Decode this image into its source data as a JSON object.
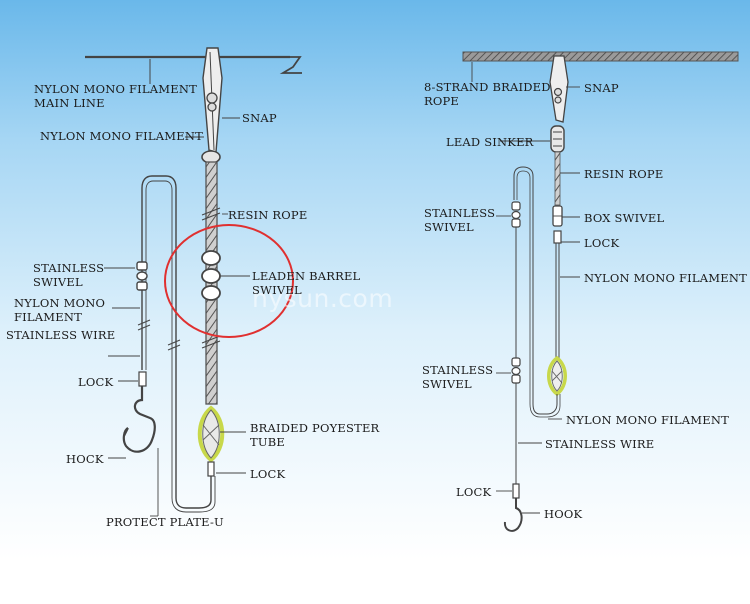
{
  "left_diagram": {
    "labels": {
      "main_line": "NYLON MONO FILAMENT\nMAIN LINE",
      "snap": "SNAP",
      "nylon_branch": "NYLON MONO FILAMENT",
      "resin_rope": "RESIN ROPE",
      "leaden_barrel_swivel": "LEADEN BARREL\nSWIVEL",
      "stainless_swivel": "STAINLESS\nSWIVEL",
      "nylon_filament": "NYLON MONO\nFILAMENT",
      "stainless_wire": "STAINLESS WIRE",
      "lock_upper": "LOCK",
      "braided_tube": "BRAIDED POYESTER\nTUBE",
      "hook": "HOCK",
      "lock_lower": "LOCK",
      "protect_plate": "PROTECT PLATE-U"
    }
  },
  "right_diagram": {
    "labels": {
      "braided_rope": "8-STRAND BRAIDED\nROPE",
      "snap": "SNAP",
      "lead_sinker": "LEAD SINKER",
      "resin_rope": "RESIN ROPE",
      "stainless_swivel_top": "STAINLESS\nSWIVEL",
      "box_swivel": "BOX SWIVEL",
      "lock_upper": "LOCK",
      "nylon_filament_upper": "NYLON MONO FILAMENT",
      "stainless_swivel_bottom": "STAINLESS\nSWIVEL",
      "nylon_filament_lower": "NYLON MONO FILAMENT",
      "stainless_wire": "STAINLESS WIRE",
      "lock_lower": "LOCK",
      "hook": "HOOK"
    }
  },
  "watermark": "hysun.com",
  "colors": {
    "highlight_circle": "#e03030",
    "braided_tube": "#c8d84a",
    "line": "#4a4a4a"
  }
}
